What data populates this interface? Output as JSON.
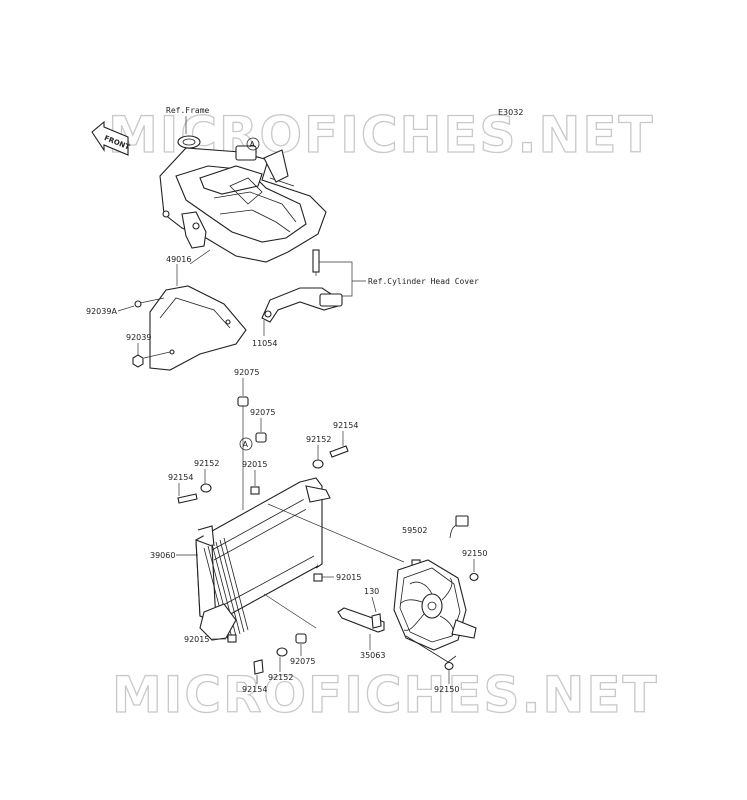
{
  "watermark": {
    "text": "MICROFICHES.NET"
  },
  "diagram": {
    "code": "E3032",
    "front_label": "FRONT"
  },
  "refs": {
    "frame": "Ref.Frame",
    "cylinder_head_cover": "Ref.Cylinder Head Cover"
  },
  "callout": {
    "letter": "A"
  },
  "parts": {
    "p49016": "49016",
    "p92039A": "92039A",
    "p92039": "92039",
    "p11054": "11054",
    "p92075_a": "92075",
    "p92075_b": "92075",
    "p92075_c": "92075",
    "p92154_a": "92154",
    "p92154_b": "92154",
    "p92154_c": "92154",
    "p92152_a": "92152",
    "p92152_b": "92152",
    "p92152_c": "92152",
    "p92015_a": "92015",
    "p92015_b": "92015",
    "p92015_c": "92015",
    "p39060": "39060",
    "p59502": "59502",
    "p92150_a": "92150",
    "p92150_b": "92150",
    "p130": "130",
    "p35063": "35063"
  }
}
